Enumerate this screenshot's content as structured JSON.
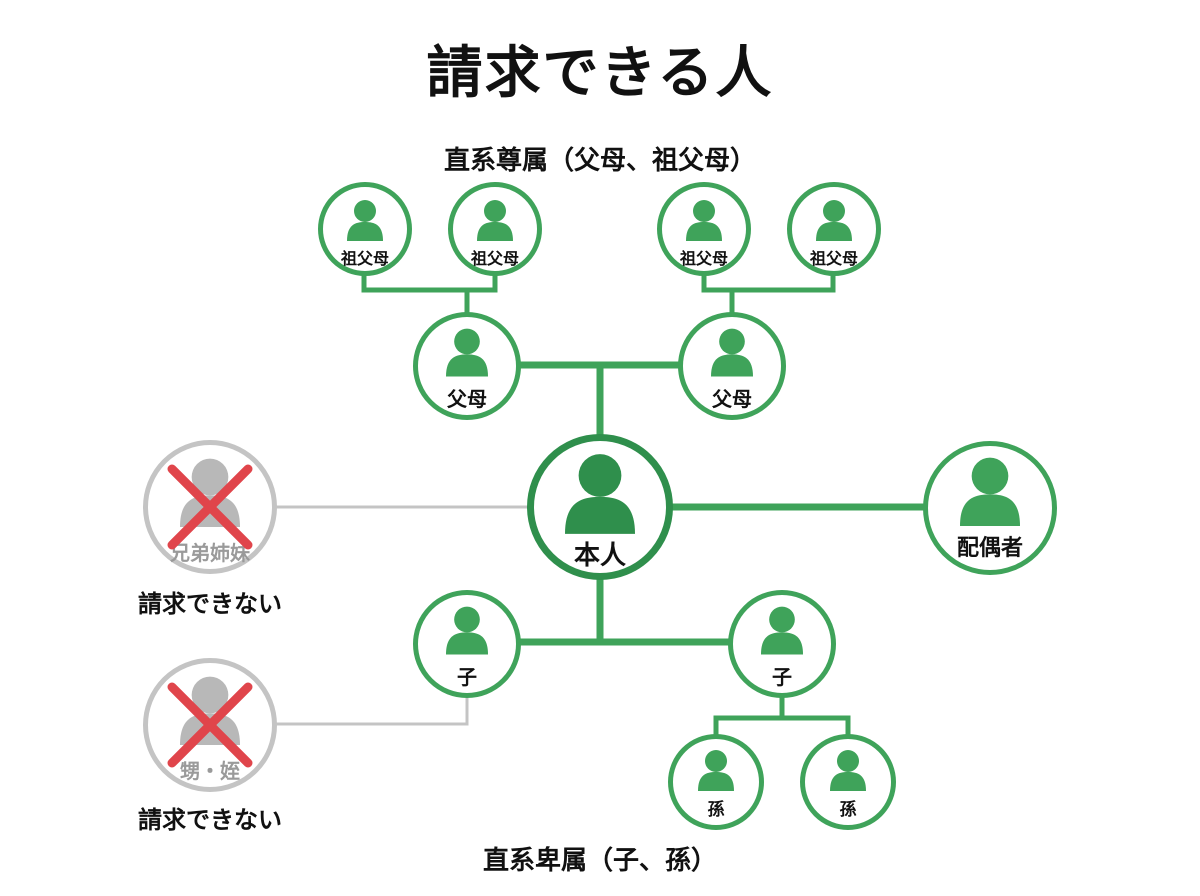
{
  "title": "請求できる人",
  "ascendants_label": "直系尊属（父母、祖父母）",
  "descendants_label": "直系卑属（子、孫）",
  "nodes": {
    "grandparent_1": "祖父母",
    "grandparent_2": "祖父母",
    "grandparent_3": "祖父母",
    "grandparent_4": "祖父母",
    "parent_1": "父母",
    "parent_2": "父母",
    "self": "本人",
    "spouse": "配偶者",
    "child_1": "子",
    "child_2": "子",
    "grandchild_1": "孫",
    "grandchild_2": "孫",
    "siblings": "兄弟姉妹",
    "nephew_niece": "甥・姪"
  },
  "cannot_claim_label_1": "請求できない",
  "cannot_claim_label_2": "請求できない",
  "colors": {
    "eligible_green": "#3fa35a",
    "self_green": "#2f8f4c",
    "ineligible_gray": "#c4c4c4",
    "cross_red": "#e0454b"
  },
  "icons": {
    "person": "person-icon",
    "cross": "cross-icon"
  }
}
